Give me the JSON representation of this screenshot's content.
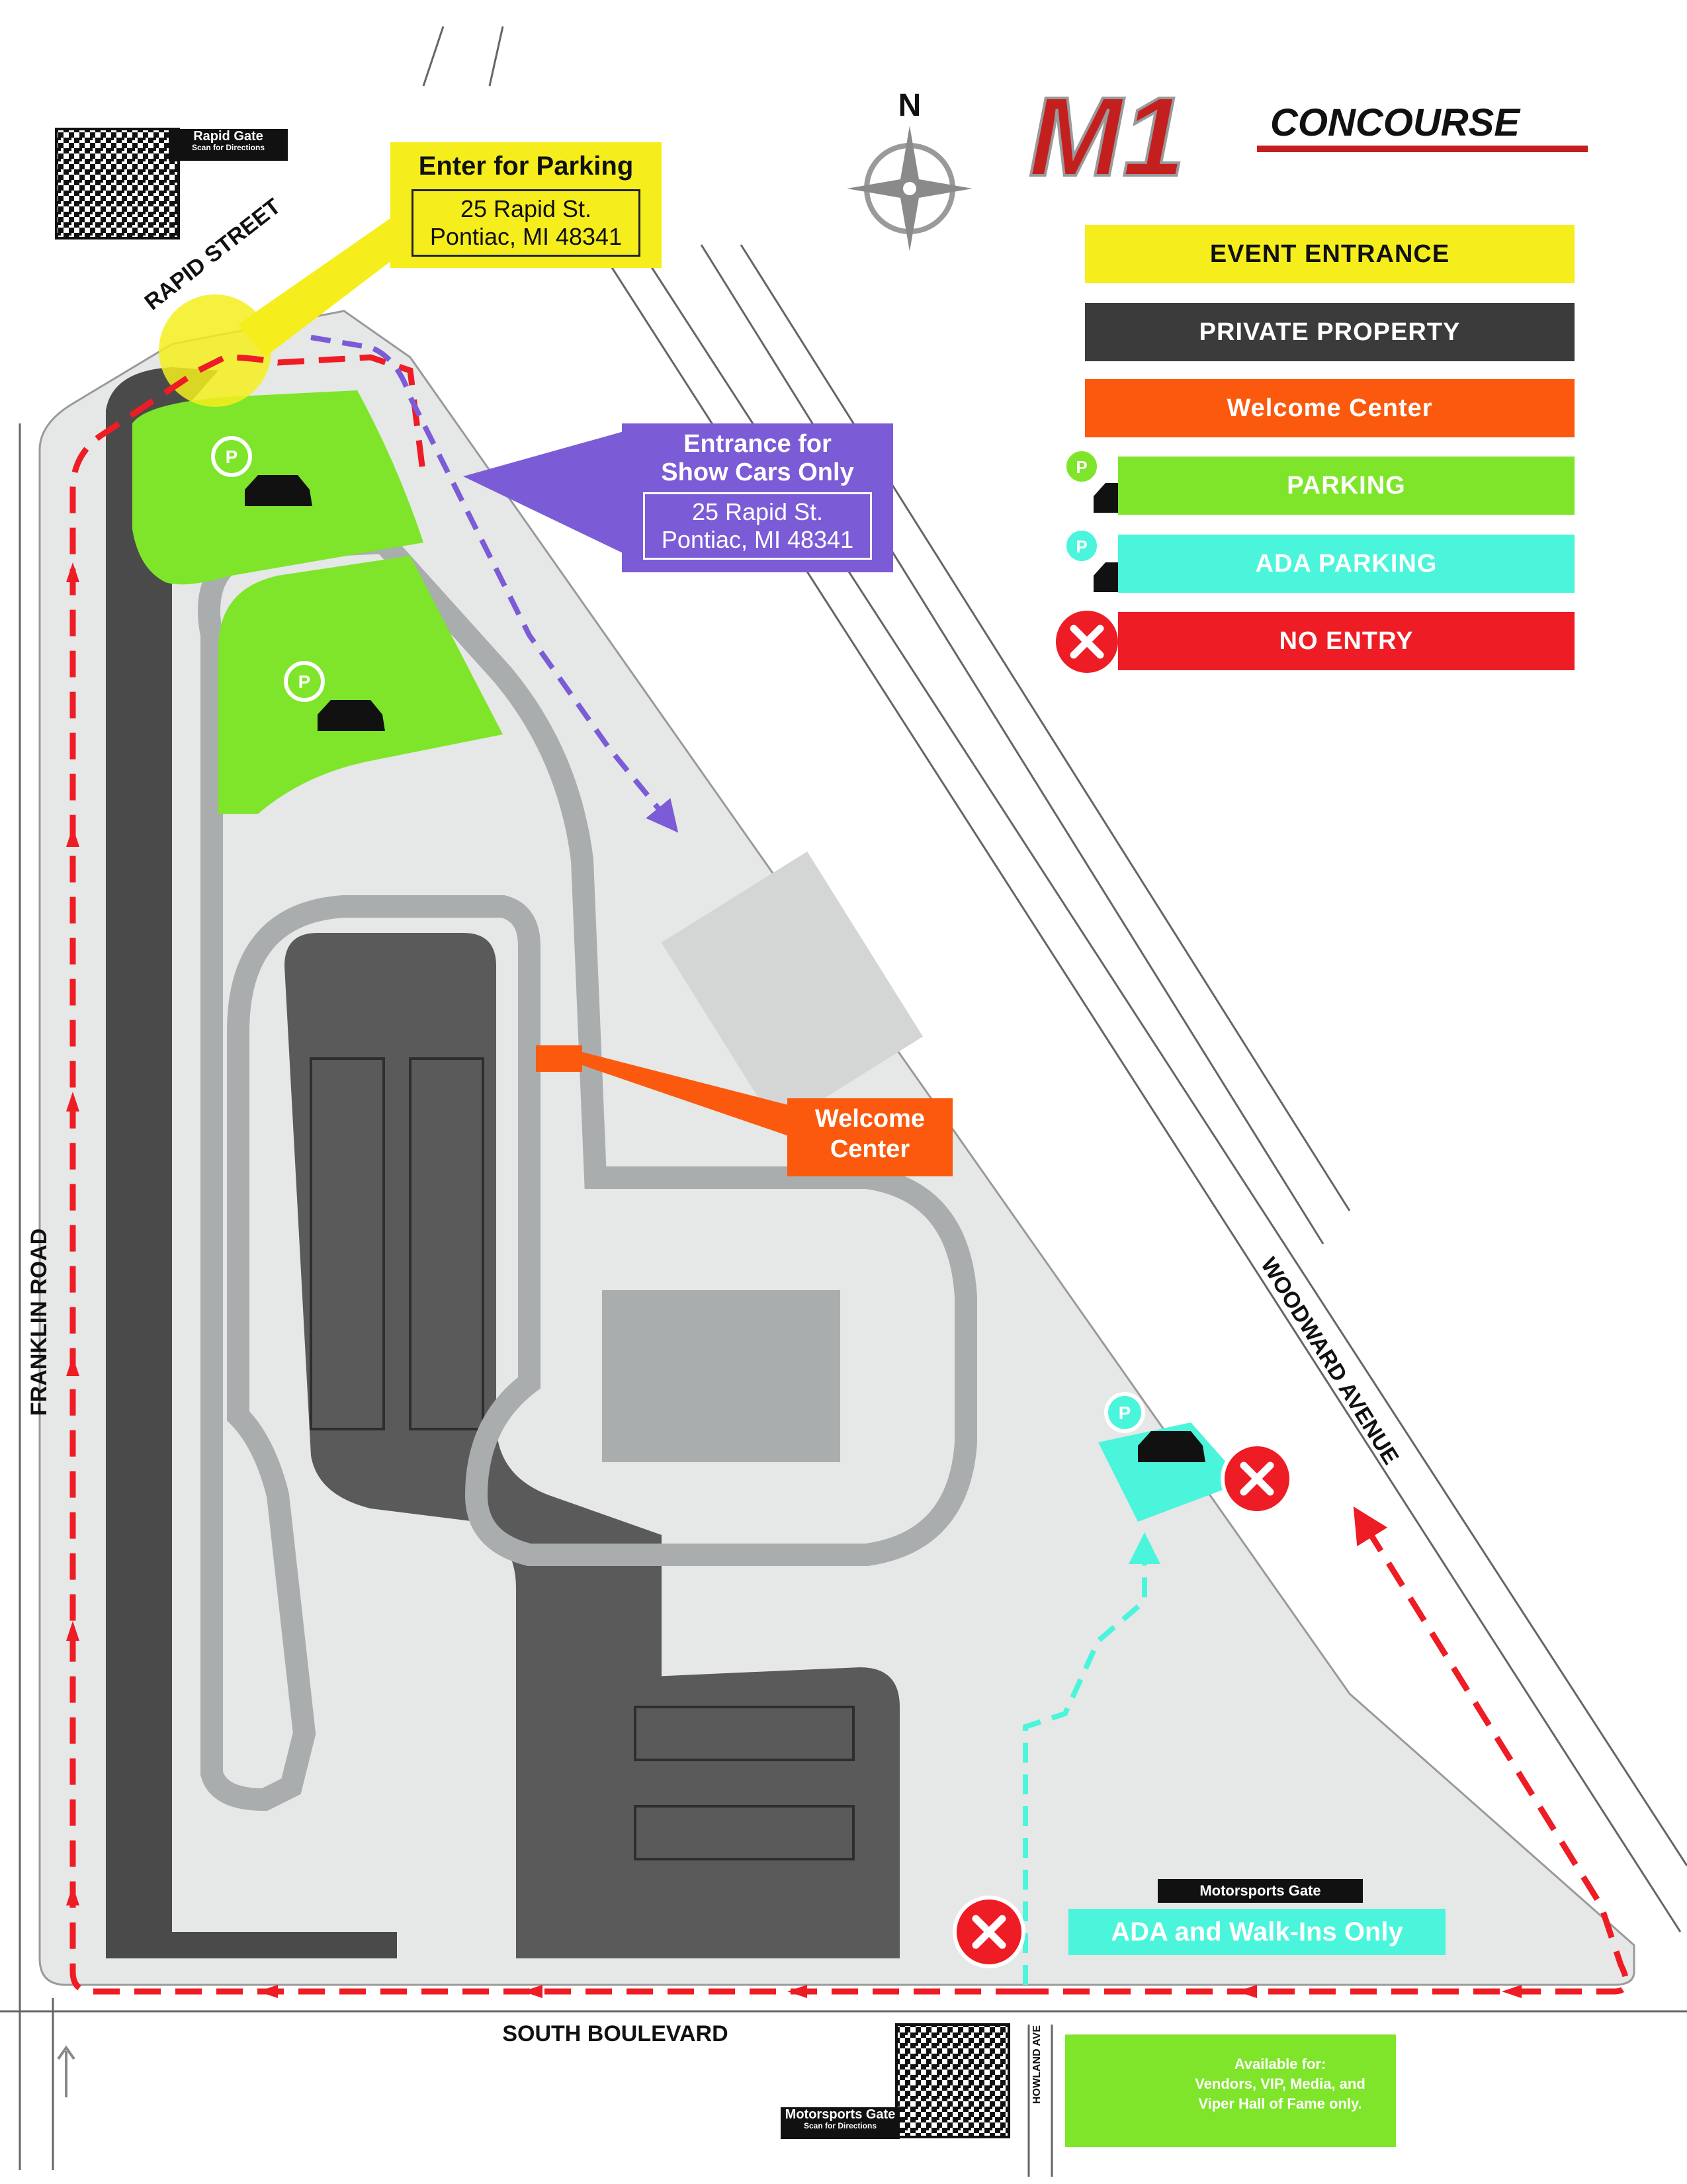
{
  "brand": {
    "logo_mark": "M1",
    "logo_word": "CONCOURSE",
    "red": "#c41f1f",
    "silver": "#9a9a9a"
  },
  "compass": {
    "north_label": "N",
    "icon": "compass-rose-icon"
  },
  "legend": [
    {
      "label": "EVENT ENTRANCE",
      "bg": "#f5ee1c",
      "fg": "#111111"
    },
    {
      "label": "PRIVATE PROPERTY",
      "bg": "#3b3b3b",
      "fg": "#ffffff"
    },
    {
      "label": "Welcome Center",
      "bg": "#fb5a0e",
      "fg": "#ffffff"
    },
    {
      "label": "PARKING",
      "bg": "#7ee52a",
      "fg": "#ffffff",
      "icon": "parking-car-icon"
    },
    {
      "label": "ADA PARKING",
      "bg": "#4bf5dc",
      "fg": "#ffffff",
      "icon": "ada-parking-car-icon"
    },
    {
      "label": "NO ENTRY",
      "bg": "#ee1c24",
      "fg": "#ffffff",
      "icon": "no-entry-x-icon"
    }
  ],
  "callouts": {
    "parking_entry": {
      "title": "Enter for Parking",
      "address_line1": "25 Rapid St.",
      "address_line2": "Pontiac, MI 48341"
    },
    "show_cars": {
      "title_line1": "Entrance for",
      "title_line2": "Show Cars Only",
      "address_line1": "25 Rapid St.",
      "address_line2": "Pontiac, MI 48341"
    },
    "welcome_center": {
      "line1": "Welcome",
      "line2": "Center"
    },
    "ada_walkin": {
      "label": "ADA and Walk-Ins Only"
    },
    "motorsports_gate": {
      "label": "Motorsports Gate"
    }
  },
  "qr_codes": {
    "rapid_gate": {
      "title": "Rapid Gate",
      "subtitle": "Scan for Directions"
    },
    "motorsports_gate": {
      "title": "Motorsports Gate",
      "subtitle": "Scan for Directions"
    }
  },
  "streets": {
    "rapid": "RAPID STREET",
    "franklin": "FRANKLIN ROAD",
    "south_blvd": "SOUTH BOULEVARD",
    "woodward": "WOODWARD AVENUE",
    "howland": "HOWLAND AVE"
  },
  "note": {
    "line1": "Available for:",
    "line2": "Vendors, VIP, Media, and",
    "line3": "Viper Hall of Fame only."
  },
  "colors": {
    "route_red": "#ee1c24",
    "route_purple": "#7b5cd6",
    "route_cyan": "#4bf5dc",
    "track_gray": "#a9adad",
    "ground_gray": "#e6e7e7",
    "dark_lot": "#5a5a5a"
  }
}
